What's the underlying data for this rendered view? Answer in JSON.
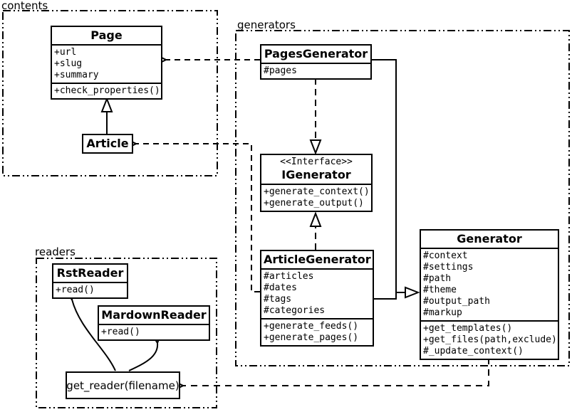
{
  "colors": {
    "stroke": "#000000",
    "background": "#ffffff"
  },
  "packages": {
    "contents": {
      "label": "contents"
    },
    "generators": {
      "label": "generators"
    },
    "readers": {
      "label": "readers"
    }
  },
  "classes": {
    "page": {
      "name": "Page",
      "attributes": [
        "+url",
        "+slug",
        "+summary"
      ],
      "methods": [
        "+check_properties()"
      ]
    },
    "article": {
      "name": "Article"
    },
    "pages_generator": {
      "name": "PagesGenerator",
      "attributes": [
        "#pages"
      ]
    },
    "igenerator": {
      "stereotype": "<<Interface>>",
      "name": "IGenerator",
      "methods": [
        "+generate_context()",
        "+generate_output()"
      ]
    },
    "article_generator": {
      "name": "ArticleGenerator",
      "attributes": [
        "#articles",
        "#dates",
        "#tags",
        "#categories"
      ],
      "methods": [
        "+generate_feeds()",
        "+generate_pages()"
      ]
    },
    "generator": {
      "name": "Generator",
      "attributes": [
        "#context",
        "#settings",
        "#path",
        "#theme",
        "#output_path",
        "#markup"
      ],
      "methods": [
        "+get_templates()",
        "+get_files(path,exclude)",
        "#_update_context()"
      ]
    },
    "rst_reader": {
      "name": "RstReader",
      "methods": [
        "+read()"
      ]
    },
    "mardown_reader": {
      "name": "MardownReader",
      "methods": [
        "+read()"
      ]
    },
    "get_reader": {
      "label": "get_reader(filename)"
    }
  }
}
